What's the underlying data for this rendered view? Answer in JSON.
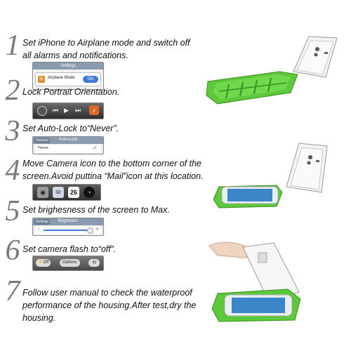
{
  "steps": [
    {
      "number": "1",
      "lines": [
        "Set iPhone to Airplane mode and switch off",
        "all alarms and notifications."
      ]
    },
    {
      "number": "2",
      "lines": [
        "Lock Portrait Orientation."
      ]
    },
    {
      "number": "3",
      "lines": [
        "Set Auto-Lock to“Never”."
      ]
    },
    {
      "number": "4",
      "lines": [
        "Move Camera icon to the bottom corner of the",
        "screen.Avoid puttina “Mail”icon at this location."
      ]
    },
    {
      "number": "5",
      "lines": [
        "Set brighesness of the screen to Max."
      ]
    },
    {
      "number": "6",
      "lines": [
        "Set camera flash to“off”."
      ]
    },
    {
      "number": "7",
      "lines": [
        "Follow user manual to check the waterproof",
        "performance of the housing.After test,dry the",
        " housing."
      ]
    }
  ],
  "screens": {
    "airplane": {
      "header": "Settings",
      "label": "Airplane Mode",
      "toggle": "ON"
    },
    "autolock": {
      "back": "General",
      "title": "Auto-Lock",
      "option": "Never"
    },
    "homescreen": {
      "labels": [
        "Camera",
        "Mail",
        "Calendar",
        "Clock"
      ],
      "date": "26"
    },
    "brightness": {
      "back": "Settings",
      "title": "Brightness"
    },
    "flash": {
      "left": "Off",
      "center": "Options"
    }
  },
  "colors": {
    "housing_green": "#5cc83a",
    "number_gray": "#7a7a7a"
  }
}
